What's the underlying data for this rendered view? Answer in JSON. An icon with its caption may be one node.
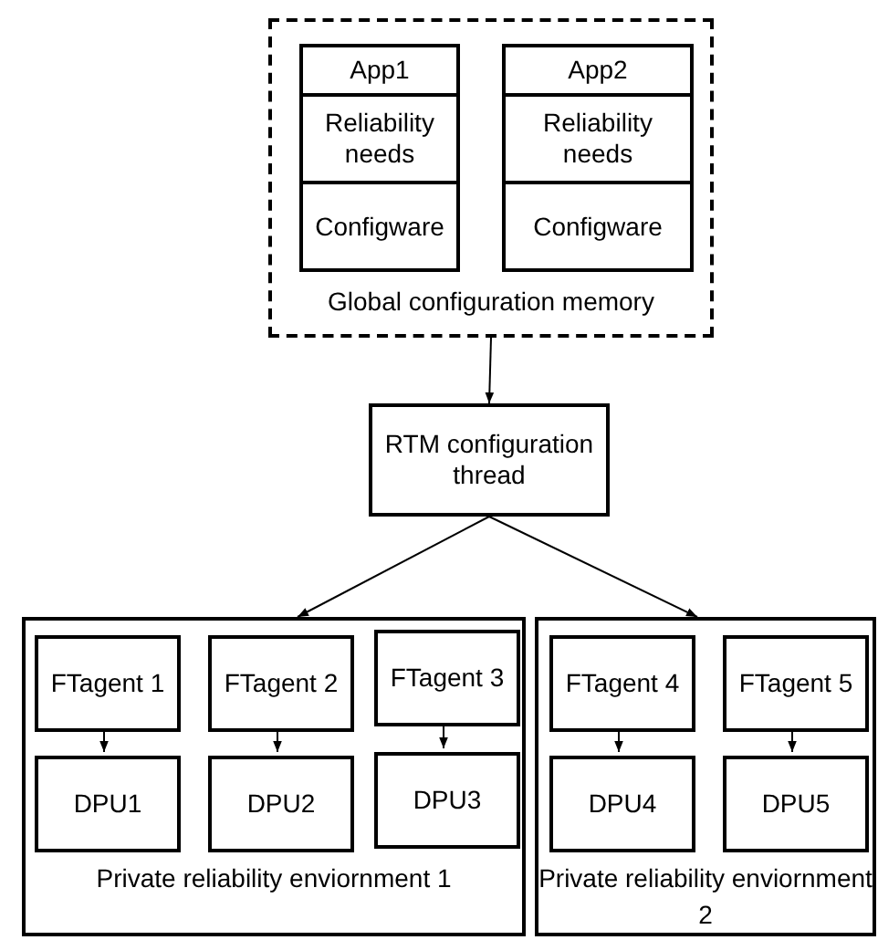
{
  "diagram": {
    "nodes": [
      {
        "text": [
          "Global configuration memory"
        ]
      },
      {
        "text": [
          "App1"
        ],
        "in": 0
      },
      {
        "text": [
          "Reliability needs"
        ],
        "in": 0
      },
      {
        "text": [
          "Configware"
        ],
        "in": 0
      },
      {
        "text": [
          "App2"
        ],
        "in": 0
      },
      {
        "text": [
          "Reliability needs"
        ],
        "in": 0
      },
      {
        "text": [
          "Configware"
        ],
        "in": 0
      },
      {
        "text": [
          "RTM configuration thread"
        ]
      },
      {
        "text": [
          "Private reliability enviornment 1"
        ]
      },
      {
        "text": [
          "FTagent 1"
        ],
        "in": 8
      },
      {
        "text": [
          "DPU1"
        ],
        "in": 8
      },
      {
        "text": [
          "FTagent 2"
        ],
        "in": 8
      },
      {
        "text": [
          "DPU2"
        ],
        "in": 8
      },
      {
        "text": [
          "FTagent 3"
        ],
        "in": 8
      },
      {
        "text": [
          "DPU3"
        ],
        "in": 8
      },
      {
        "text": [
          "Private reliability enviornment 2"
        ]
      },
      {
        "text": [
          "FTagent 4"
        ],
        "in": 15
      },
      {
        "text": [
          "DPU4"
        ],
        "in": 15
      },
      {
        "text": [
          "FTagent 5"
        ],
        "in": 15
      },
      {
        "text": [
          "DPU5"
        ],
        "in": 15
      }
    ],
    "edges": [
      {
        "from": 0,
        "to": 7,
        "arrow": "to"
      },
      {
        "from": 7,
        "to": 8,
        "arrow": "to"
      },
      {
        "from": 7,
        "to": 15,
        "arrow": "to"
      },
      {
        "from": 9,
        "to": 10,
        "arrow": "to"
      },
      {
        "from": 11,
        "to": 12,
        "arrow": "to"
      },
      {
        "from": 13,
        "to": 14,
        "arrow": "to"
      },
      {
        "from": 16,
        "to": 17,
        "arrow": "to"
      },
      {
        "from": 18,
        "to": 19,
        "arrow": "to"
      }
    ]
  }
}
